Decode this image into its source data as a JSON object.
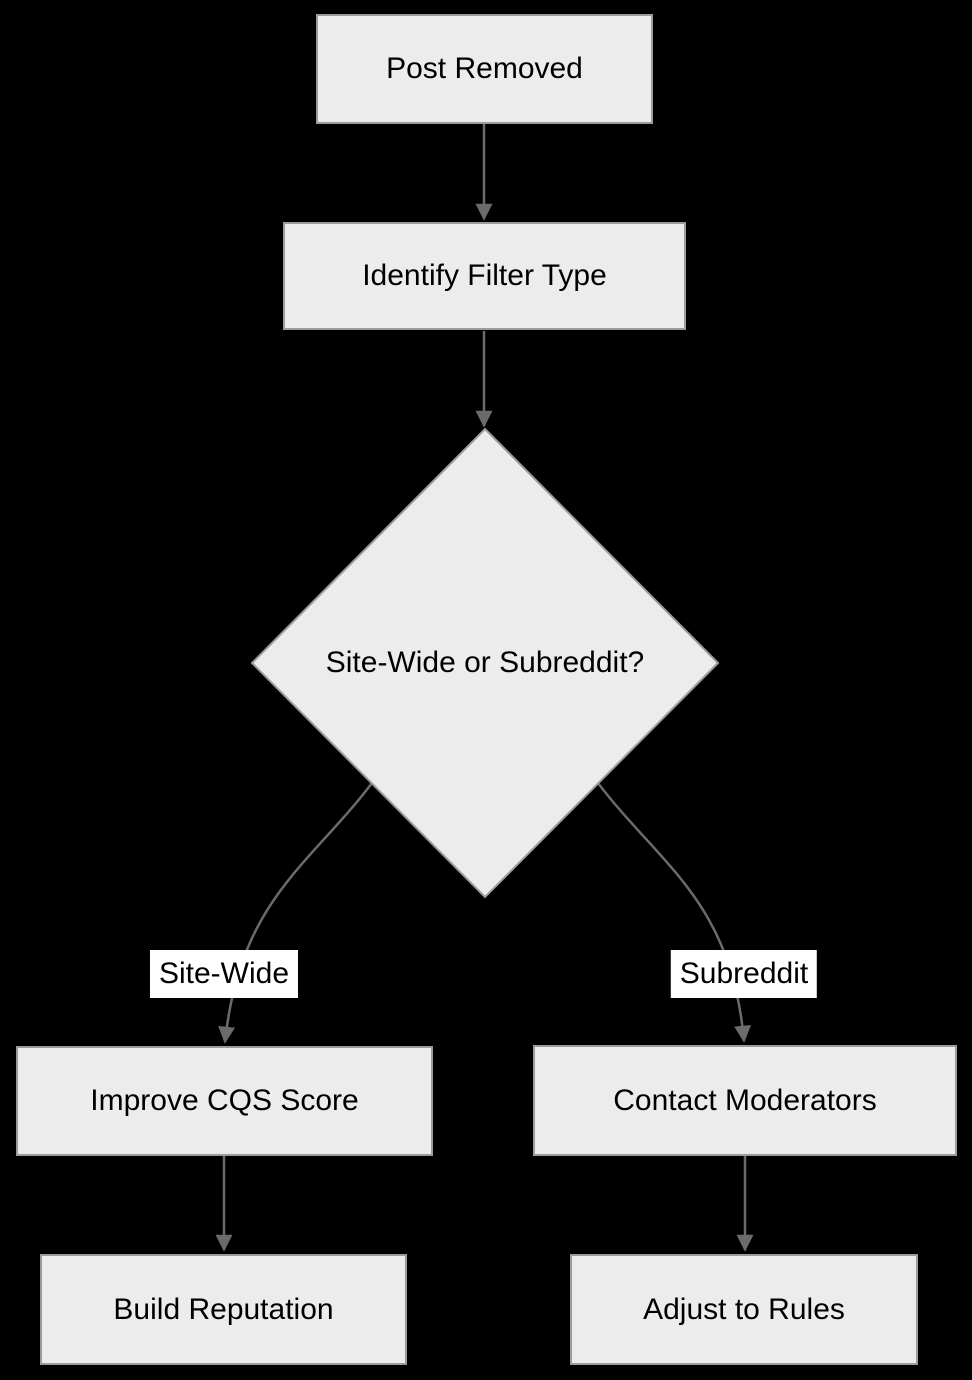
{
  "diagram": {
    "type": "flowchart",
    "direction": "top-down",
    "colors": {
      "background": "#000000",
      "node_fill": "#ececec",
      "node_border": "#9b9b9b",
      "edge_line": "#6b6b6b",
      "edge_label_bg": "#ffffff",
      "text": "#000000"
    },
    "nodes": [
      {
        "id": "post_removed",
        "shape": "rect",
        "label": "Post Removed"
      },
      {
        "id": "identify_filter_type",
        "shape": "rect",
        "label": "Identify Filter Type"
      },
      {
        "id": "decision",
        "shape": "diamond",
        "label": "Site-Wide or Subreddit?"
      },
      {
        "id": "improve_cqs",
        "shape": "rect",
        "label": "Improve CQS Score"
      },
      {
        "id": "contact_moderators",
        "shape": "rect",
        "label": "Contact Moderators"
      },
      {
        "id": "build_reputation",
        "shape": "rect",
        "label": "Build Reputation"
      },
      {
        "id": "adjust_to_rules",
        "shape": "rect",
        "label": "Adjust to Rules"
      }
    ],
    "edges": [
      {
        "from": "post_removed",
        "to": "identify_filter_type",
        "label": ""
      },
      {
        "from": "identify_filter_type",
        "to": "decision",
        "label": ""
      },
      {
        "from": "decision",
        "to": "improve_cqs",
        "label": "Site-Wide"
      },
      {
        "from": "decision",
        "to": "contact_moderators",
        "label": "Subreddit"
      },
      {
        "from": "improve_cqs",
        "to": "build_reputation",
        "label": ""
      },
      {
        "from": "contact_moderators",
        "to": "adjust_to_rules",
        "label": ""
      }
    ]
  }
}
